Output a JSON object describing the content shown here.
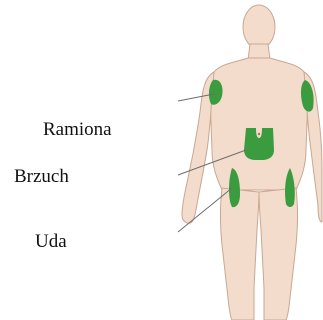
{
  "labels": {
    "arms": "Ramiona",
    "belly": "Brzuch",
    "thighs": "Uda"
  },
  "colors": {
    "skin": "#f3dccb",
    "skin_outline": "#c9a792",
    "injection_zone": "#3a9b3f",
    "pointer_line": "#6d6d6d",
    "text": "#111111"
  }
}
